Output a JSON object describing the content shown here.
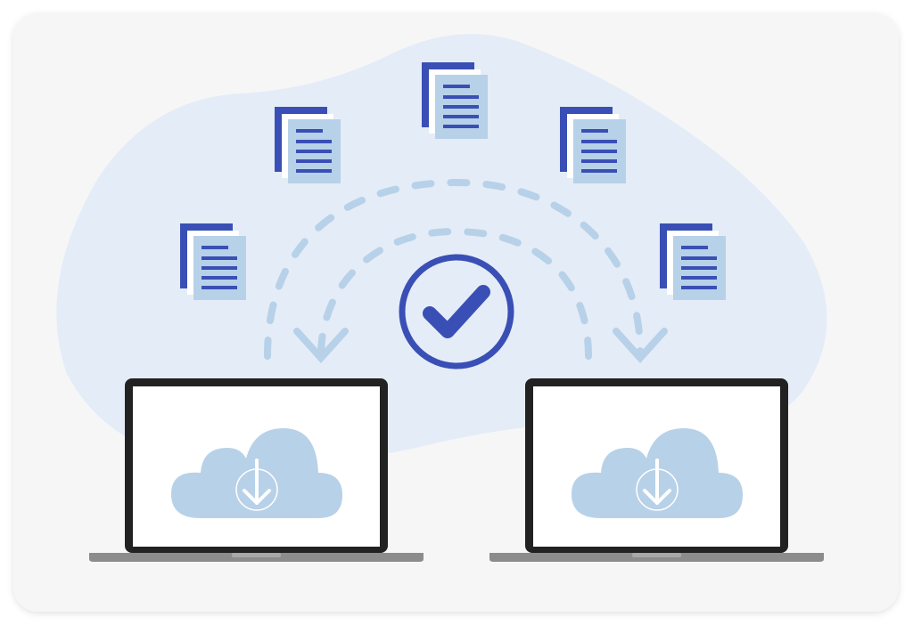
{
  "illustration": {
    "subject": "file-sync-between-laptops",
    "icons": [
      "document-icon",
      "dashed-transfer-arrow-icon",
      "checkmark-circle-icon",
      "laptop-icon",
      "cloud-download-icon"
    ],
    "document_count": 5,
    "laptop_count": 2
  },
  "colors": {
    "card_background": "#f6f6f6",
    "blob": "#e4ecf7",
    "accent_dark_blue": "#3a4fb5",
    "light_blue": "#b7d1e8",
    "laptop_frame": "#222222",
    "laptop_base": "#8c8c8c",
    "screen": "#ffffff"
  }
}
